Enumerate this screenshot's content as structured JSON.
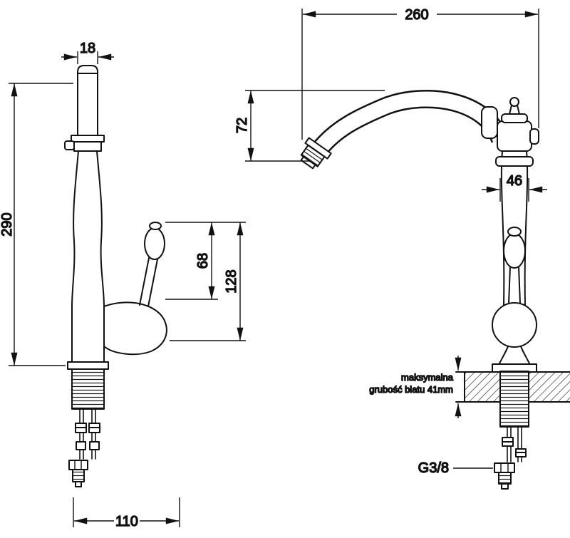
{
  "page": {
    "background": "#ffffff",
    "line_color": "#111111"
  },
  "dims": {
    "spout_diameter": "18",
    "total_height": "290",
    "handle_height": "68",
    "body_depth": "128",
    "base_depth": "110",
    "spout_reach": "260",
    "spout_drop": "72",
    "body_width": "46"
  },
  "labels": {
    "thread_size": "G3/8",
    "countertop_note_line1": "maksymalna",
    "countertop_note_line2": "grubość blatu 41mm"
  }
}
